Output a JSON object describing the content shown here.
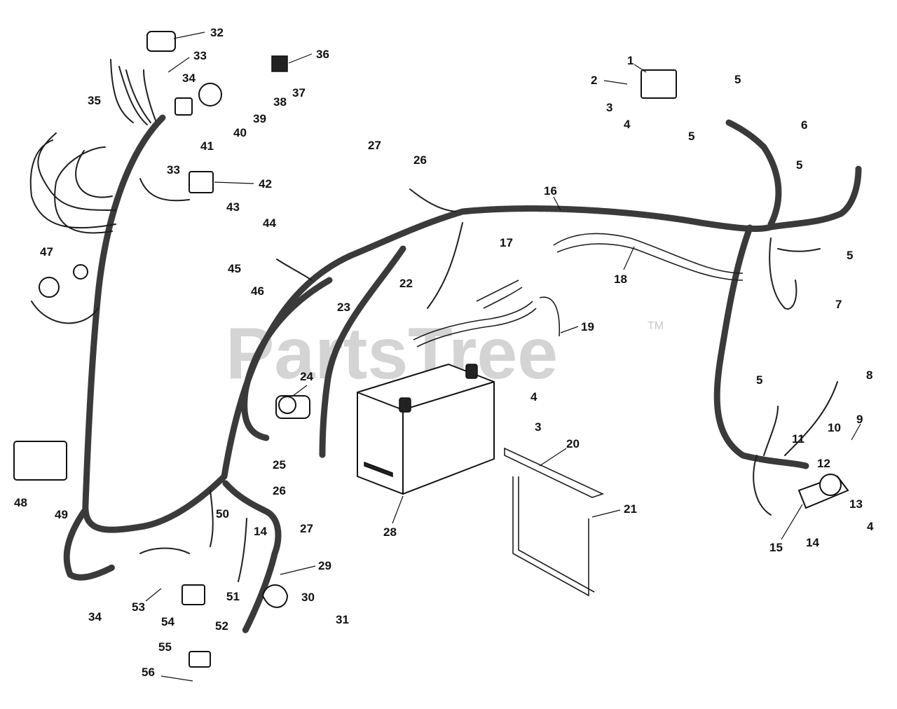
{
  "diagram": {
    "watermark": "PartsTree",
    "trademark": "TM",
    "callouts": [
      {
        "id": "c1",
        "text": "1"
      },
      {
        "id": "c2",
        "text": "2"
      },
      {
        "id": "c3a",
        "text": "3"
      },
      {
        "id": "c4a",
        "text": "4"
      },
      {
        "id": "c5a",
        "text": "5"
      },
      {
        "id": "c5b",
        "text": "5"
      },
      {
        "id": "c6",
        "text": "6"
      },
      {
        "id": "c5c",
        "text": "5"
      },
      {
        "id": "c5d",
        "text": "5"
      },
      {
        "id": "c7",
        "text": "7"
      },
      {
        "id": "c8",
        "text": "8"
      },
      {
        "id": "c9",
        "text": "9"
      },
      {
        "id": "c10",
        "text": "10"
      },
      {
        "id": "c11",
        "text": "11"
      },
      {
        "id": "c5e",
        "text": "5"
      },
      {
        "id": "c12",
        "text": "12"
      },
      {
        "id": "c13",
        "text": "13"
      },
      {
        "id": "c4b",
        "text": "4"
      },
      {
        "id": "c14a",
        "text": "14"
      },
      {
        "id": "c15",
        "text": "15"
      },
      {
        "id": "c16",
        "text": "16"
      },
      {
        "id": "c17",
        "text": "17"
      },
      {
        "id": "c18",
        "text": "18"
      },
      {
        "id": "c19",
        "text": "19"
      },
      {
        "id": "c20",
        "text": "20"
      },
      {
        "id": "c21",
        "text": "21"
      },
      {
        "id": "c22",
        "text": "22"
      },
      {
        "id": "c23",
        "text": "23"
      },
      {
        "id": "c24",
        "text": "24"
      },
      {
        "id": "c25",
        "text": "25"
      },
      {
        "id": "c26a",
        "text": "26"
      },
      {
        "id": "c26b",
        "text": "26"
      },
      {
        "id": "c27a",
        "text": "27"
      },
      {
        "id": "c27b",
        "text": "27"
      },
      {
        "id": "c28",
        "text": "28"
      },
      {
        "id": "c4c",
        "text": "4"
      },
      {
        "id": "c3b",
        "text": "3"
      },
      {
        "id": "c29",
        "text": "29"
      },
      {
        "id": "c30",
        "text": "30"
      },
      {
        "id": "c31",
        "text": "31"
      },
      {
        "id": "c32",
        "text": "32"
      },
      {
        "id": "c33a",
        "text": "33"
      },
      {
        "id": "c33b",
        "text": "33"
      },
      {
        "id": "c34a",
        "text": "34"
      },
      {
        "id": "c34b",
        "text": "34"
      },
      {
        "id": "c35",
        "text": "35"
      },
      {
        "id": "c36",
        "text": "36"
      },
      {
        "id": "c37",
        "text": "37"
      },
      {
        "id": "c38",
        "text": "38"
      },
      {
        "id": "c39",
        "text": "39"
      },
      {
        "id": "c40",
        "text": "40"
      },
      {
        "id": "c41",
        "text": "41"
      },
      {
        "id": "c42",
        "text": "42"
      },
      {
        "id": "c43",
        "text": "43"
      },
      {
        "id": "c44",
        "text": "44"
      },
      {
        "id": "c45",
        "text": "45"
      },
      {
        "id": "c46",
        "text": "46"
      },
      {
        "id": "c47",
        "text": "47"
      },
      {
        "id": "c48",
        "text": "48"
      },
      {
        "id": "c49",
        "text": "49"
      },
      {
        "id": "c50",
        "text": "50"
      },
      {
        "id": "c51",
        "text": "51"
      },
      {
        "id": "c14b",
        "text": "14"
      },
      {
        "id": "c52",
        "text": "52"
      },
      {
        "id": "c53",
        "text": "53"
      },
      {
        "id": "c54",
        "text": "54"
      },
      {
        "id": "c55",
        "text": "55"
      },
      {
        "id": "c56",
        "text": "56"
      }
    ]
  }
}
